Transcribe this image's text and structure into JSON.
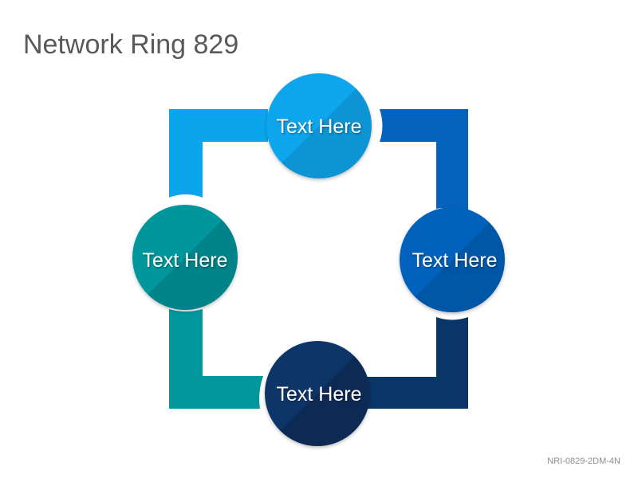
{
  "title": "Network Ring 829",
  "code": "NRI-0829-2DM-4N",
  "nodes": [
    {
      "label": "Text Here",
      "position": "top",
      "color": "#0ba5ec"
    },
    {
      "label": "Text Here",
      "position": "right",
      "color": "#0562bd"
    },
    {
      "label": "Text Here",
      "position": "bottom",
      "color": "#0a3568"
    },
    {
      "label": "Text Here",
      "position": "left",
      "color": "#01979c"
    }
  ],
  "colors": {
    "top": "#0ba5ec",
    "right": "#0562bd",
    "bottom": "#0a3568",
    "left": "#01979c"
  }
}
